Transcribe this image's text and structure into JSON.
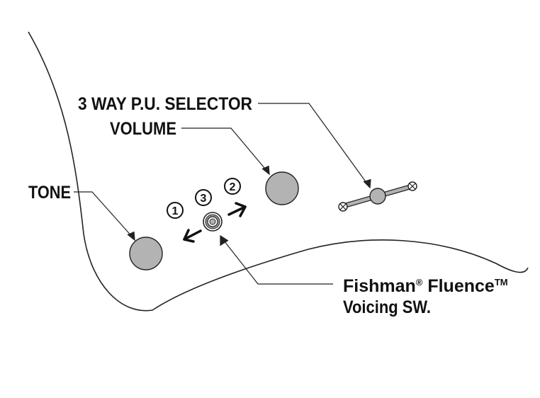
{
  "labels": {
    "selector": "3 WAY P.U. SELECTOR",
    "volume": "VOLUME",
    "tone": "TONE",
    "fishman_line1_a": "Fishman",
    "fishman_reg": "®",
    "fishman_line1_b": " Fluence",
    "fishman_tm": "TM",
    "fishman_line2": "Voicing SW."
  },
  "positions": {
    "pos1": "1",
    "pos2": "2",
    "pos3": "3"
  },
  "colors": {
    "knob_fill": "#b3b3b3",
    "outline": "#222222",
    "background": "#ffffff"
  }
}
